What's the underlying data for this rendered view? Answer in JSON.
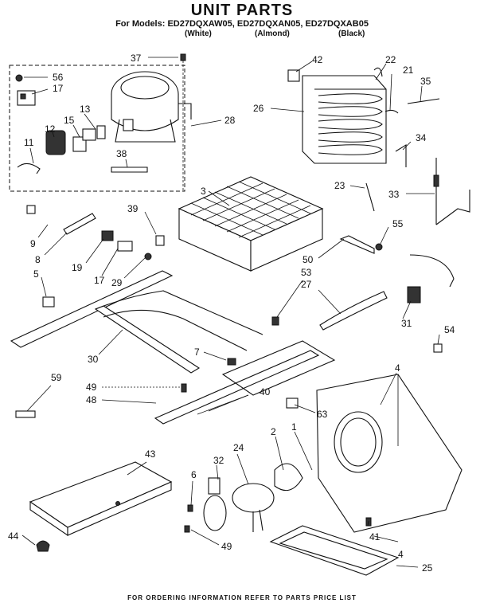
{
  "header": {
    "title": "UNIT PARTS",
    "models": "For Models: ED27DQXAW05, ED27DQXAN05, ED27DQXAB05",
    "color_white": "(White)",
    "color_almond": "(Almond)",
    "color_black": "(Black)"
  },
  "footer": "FOR ORDERING INFORMATION REFER TO PARTS PRICE LIST",
  "callouts": [
    {
      "num": "37"
    },
    {
      "num": "56"
    },
    {
      "num": "17"
    },
    {
      "num": "13"
    },
    {
      "num": "15"
    },
    {
      "num": "12"
    },
    {
      "num": "11"
    },
    {
      "num": "38"
    },
    {
      "num": "28"
    },
    {
      "num": "42"
    },
    {
      "num": "22"
    },
    {
      "num": "21"
    },
    {
      "num": "35"
    },
    {
      "num": "26"
    },
    {
      "num": "34"
    },
    {
      "num": "23"
    },
    {
      "num": "33"
    },
    {
      "num": "3"
    },
    {
      "num": "39"
    },
    {
      "num": "9"
    },
    {
      "num": "8"
    },
    {
      "num": "19"
    },
    {
      "num": "17"
    },
    {
      "num": "29"
    },
    {
      "num": "5"
    },
    {
      "num": "55"
    },
    {
      "num": "50"
    },
    {
      "num": "53"
    },
    {
      "num": "27"
    },
    {
      "num": "31"
    },
    {
      "num": "54"
    },
    {
      "num": "30"
    },
    {
      "num": "7"
    },
    {
      "num": "4"
    },
    {
      "num": "49"
    },
    {
      "num": "48"
    },
    {
      "num": "40"
    },
    {
      "num": "63"
    },
    {
      "num": "59"
    },
    {
      "num": "1"
    },
    {
      "num": "2"
    },
    {
      "num": "24"
    },
    {
      "num": "32"
    },
    {
      "num": "43"
    },
    {
      "num": "6"
    },
    {
      "num": "49"
    },
    {
      "num": "41"
    },
    {
      "num": "44"
    },
    {
      "num": "4"
    },
    {
      "num": "25"
    }
  ]
}
